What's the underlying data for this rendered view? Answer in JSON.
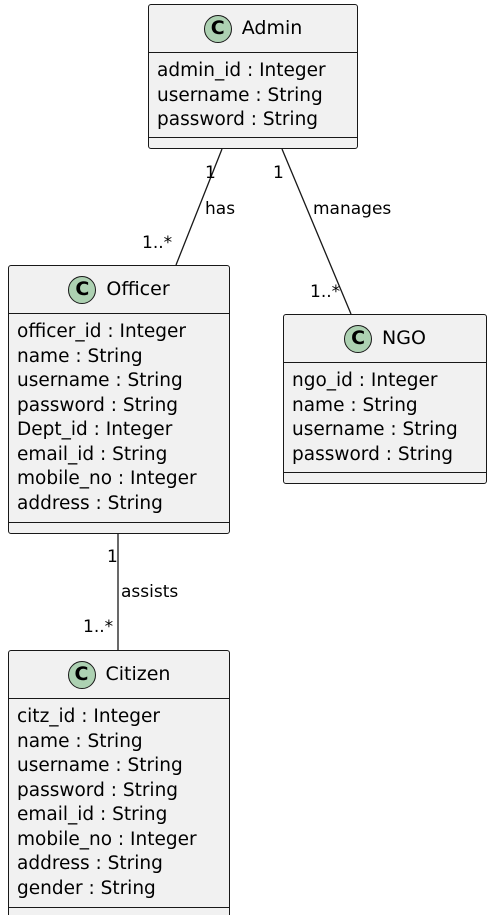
{
  "classes": {
    "admin": {
      "icon": "class-stereotype-C",
      "glyph": "C",
      "name": "Admin",
      "attributes": [
        "admin_id : Integer",
        "username : String",
        "password : String"
      ]
    },
    "officer": {
      "icon": "class-stereotype-C",
      "glyph": "C",
      "name": "Officer",
      "attributes": [
        "officer_id : Integer",
        "name : String",
        "username : String",
        "password : String",
        "Dept_id : Integer",
        "email_id : String",
        "mobile_no : Integer",
        "address : String"
      ]
    },
    "ngo": {
      "icon": "class-stereotype-C",
      "glyph": "C",
      "name": "NGO",
      "attributes": [
        "ngo_id : Integer",
        "name : String",
        "username : String",
        "password : String"
      ]
    },
    "citizen": {
      "icon": "class-stereotype-C",
      "glyph": "C",
      "name": "Citizen",
      "attributes": [
        "citz_id : Integer",
        "name : String",
        "username : String",
        "password : String",
        "email_id : String",
        "mobile_no : Integer",
        "address : String",
        "gender : String"
      ]
    }
  },
  "associations": {
    "admin_officer": {
      "label": "has",
      "source_multiplicity": "1",
      "target_multiplicity": "1..*"
    },
    "admin_ngo": {
      "label": "manages",
      "source_multiplicity": "1",
      "target_multiplicity": "1..*"
    },
    "officer_citizen": {
      "label": "assists",
      "source_multiplicity": "1",
      "target_multiplicity": "1..*"
    }
  },
  "colors": {
    "class_fill": "#f1f1f1",
    "class_border": "#181818",
    "badge_fill": "#add1b2"
  }
}
